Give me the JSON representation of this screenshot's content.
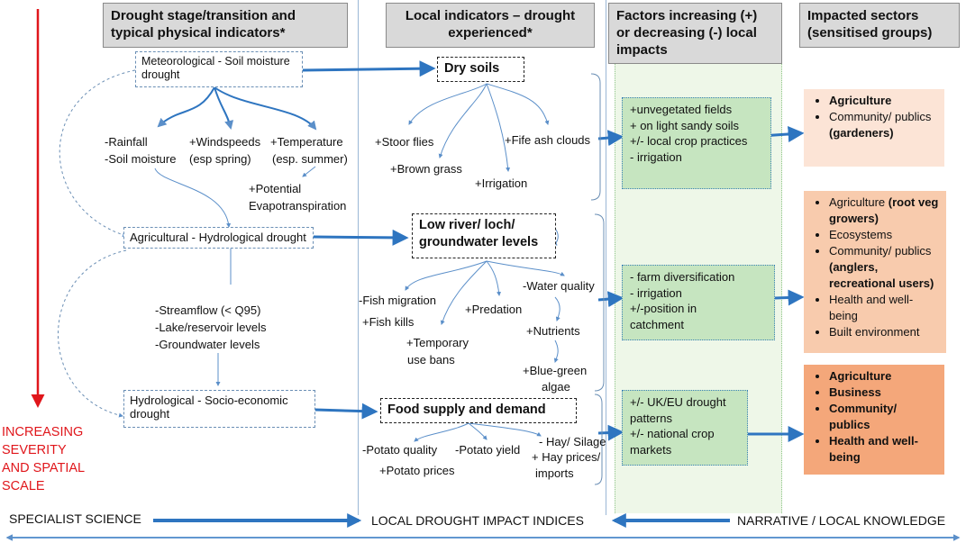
{
  "headers": {
    "col1": "Drought stage/transition and typical physical indicators*",
    "col2": "Local indicators – drought experienced*",
    "col3": "Factors increasing (+) or decreasing (-) local impacts",
    "col4": "Impacted sectors (sensitised groups)"
  },
  "stages": {
    "meteorological": "Meteorological - Soil moisture drought",
    "agricultural": "Agricultural - Hydrological drought",
    "hydrological": "Hydrological - Socio-economic drought"
  },
  "physical_indicators": {
    "rainfall": "-Rainfall",
    "soil_moisture": "-Soil moisture",
    "windspeeds": "+Windspeeds",
    "windspeeds_note": "(esp spring)",
    "temperature": "+Temperature",
    "temperature_note": "(esp. summer)",
    "potential": "+Potential",
    "evapotranspiration": "Evapotranspiration",
    "streamflow": "-Streamflow (< Q95)",
    "lake": "-Lake/reservoir levels",
    "groundwater": "-Groundwater levels"
  },
  "local_indicators": {
    "dry_soils": "Dry soils",
    "stoor_flies": "+Stoor flies",
    "fife_ash": "+Fife ash clouds",
    "brown_grass": "+Brown grass",
    "irrigation1": "+Irrigation",
    "low_river_1": "Low river/ loch/",
    "low_river_2": "groundwater levels",
    "fish_migration": "-Fish migration",
    "water_quality": "-Water quality",
    "fish_kills": "+Fish kills",
    "predation": "+Predation",
    "temp_bans_1": "+Temporary",
    "temp_bans_2": "use bans",
    "nutrients": "+Nutrients",
    "blue_green_1": "+Blue-green",
    "blue_green_2": "algae",
    "food_supply": "Food supply and demand",
    "potato_quality": "-Potato quality",
    "potato_yield": "-Potato yield",
    "hay_silage": "- Hay/ Silage",
    "hay_prices_1": "+ Hay prices/",
    "hay_prices_2": "imports",
    "potato_prices": "+Potato prices"
  },
  "factors": {
    "box1": [
      "+unvegetated fields",
      "+ on light sandy soils",
      "+/- local crop practices",
      "- irrigation"
    ],
    "box2": [
      "- farm diversification",
      "- irrigation",
      "+/-position in",
      "catchment"
    ],
    "box3": [
      "+/- UK/EU drought",
      "patterns",
      "+/- national crop",
      "markets"
    ]
  },
  "sectors": {
    "box1": [
      {
        "text": "Agriculture",
        "bold": ""
      },
      {
        "text": "Community/ publics ",
        "bold": "(gardeners)"
      }
    ],
    "box2": [
      {
        "text": "Agriculture ",
        "bold": "(root veg growers)"
      },
      {
        "text": "Ecosystems",
        "bold": ""
      },
      {
        "text": "Community/ publics ",
        "bold": "(anglers, recreational users)"
      },
      {
        "text": "Health and well-being",
        "bold": ""
      },
      {
        "text": "Built environment",
        "bold": ""
      }
    ],
    "box3": [
      {
        "text": "Agriculture",
        "bold": ""
      },
      {
        "text": "Business",
        "bold": ""
      },
      {
        "text": "Community/ publics",
        "bold": ""
      },
      {
        "text": "Health and well-being",
        "bold": ""
      }
    ]
  },
  "severity": [
    "INCREASING",
    "SEVERITY",
    "AND SPATIAL",
    "SCALE"
  ],
  "bottom": {
    "left": "SPECIALIST SCIENCE",
    "center": "LOCAL DROUGHT IMPACT INDICES",
    "right": "NARRATIVE / LOCAL KNOWLEDGE"
  },
  "colors": {
    "arrow_blue": "#2e75c0",
    "thin_blue": "#5b8fc9",
    "red": "#e0161b",
    "green_box": "#c6e5c0",
    "sector1": "#fce4d6",
    "sector2": "#f8cbad",
    "sector3": "#f4a77a",
    "header_grey": "#d9d9d9"
  }
}
